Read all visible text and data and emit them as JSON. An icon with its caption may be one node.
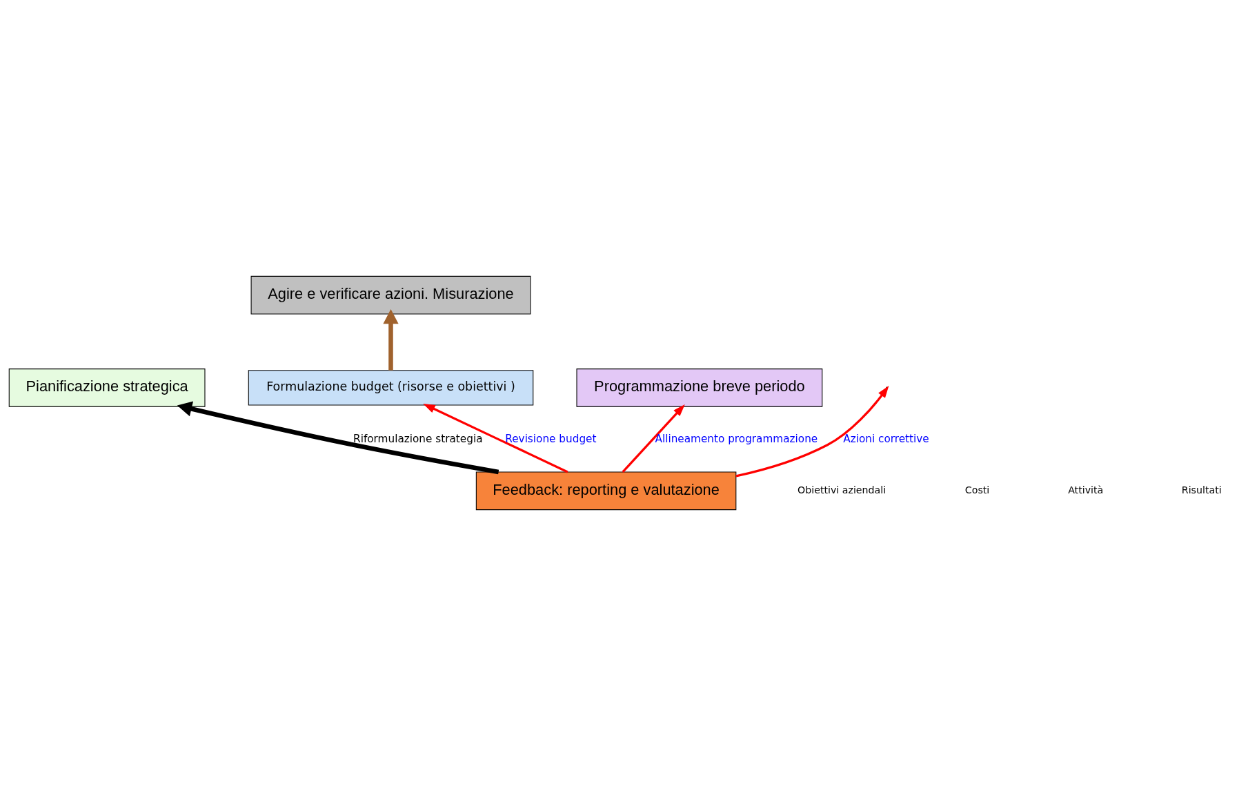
{
  "diagram": {
    "nodes": [
      {
        "text": [
          "Pianificazione strategica"
        ]
      },
      {
        "text": [
          "Formulazione budget (risorse e obiettivi )"
        ]
      },
      {
        "text": [
          "Programmazione breve periodo"
        ]
      },
      {
        "text": [
          "Agire e verificare azioni. Misurazione"
        ]
      },
      {
        "text": [
          "Feedback: reporting e valutazione"
        ]
      }
    ],
    "edges": [
      {
        "from": 4,
        "to": 0,
        "arrow": "to",
        "label": "Riformulazione strategia",
        "style": "thick",
        "color": "#000000"
      },
      {
        "from": 4,
        "to": 2,
        "arrow": "to",
        "label": "Allineamento programmazione"
      },
      {
        "from": 4,
        "to": 1,
        "arrow": "to",
        "label": "Revisione budget"
      },
      {
        "from": 4,
        "to": null,
        "arrow": "to",
        "label": "Azioni correttive"
      },
      {
        "from": 1,
        "to": 3,
        "arrow": "to",
        "style": "thick",
        "color": "#a0622d"
      }
    ],
    "labels": [
      "Obiettivi aziendali",
      "Costi",
      "Attività",
      "Risultati"
    ]
  }
}
